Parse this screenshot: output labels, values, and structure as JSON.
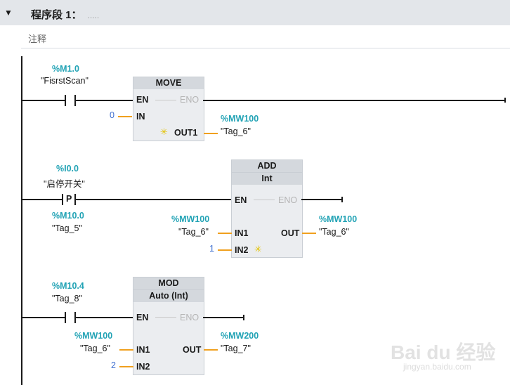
{
  "header": {
    "title": "程序段 1：",
    "placeholder": "....."
  },
  "comment": {
    "label": "注释"
  },
  "network1": {
    "contact_address": "%M1.0",
    "contact_tag": "\"FisrstScan\"",
    "block_name": "MOVE",
    "pin_en": "EN",
    "pin_eno": "ENO",
    "pin_in": "IN",
    "in_value": "0",
    "pin_out": "OUT1",
    "out_address": "%MW100",
    "out_tag": "\"Tag_6\""
  },
  "network2": {
    "contact_address": "%I0.0",
    "contact_tag": "\"启停开关\"",
    "contact_type": "P",
    "edge_address": "%M10.0",
    "edge_tag": "\"Tag_5\"",
    "block_name": "ADD",
    "block_type": "Int",
    "pin_en": "EN",
    "pin_eno": "ENO",
    "pin_in1": "IN1",
    "pin_in2": "IN2",
    "pin_out": "OUT",
    "in1_address": "%MW100",
    "in1_tag": "\"Tag_6\"",
    "in2_value": "1",
    "out_address": "%MW100",
    "out_tag": "\"Tag_6\""
  },
  "network3": {
    "contact_address": "%M10.4",
    "contact_tag": "\"Tag_8\"",
    "block_name": "MOD",
    "block_type": "Auto (Int)",
    "pin_en": "EN",
    "pin_eno": "ENO",
    "pin_in1": "IN1",
    "pin_in2": "IN2",
    "pin_out": "OUT",
    "in1_address": "%MW100",
    "in1_tag": "\"Tag_6\"",
    "in2_value": "2",
    "out_address": "%MW200",
    "out_tag": "\"Tag_7\""
  },
  "watermark": {
    "logo": "Bai du 经验",
    "url": "jingyan.baidu.com"
  },
  "icons": {
    "collapse": "triangle-down-icon",
    "new_var": "sparkle-icon"
  }
}
